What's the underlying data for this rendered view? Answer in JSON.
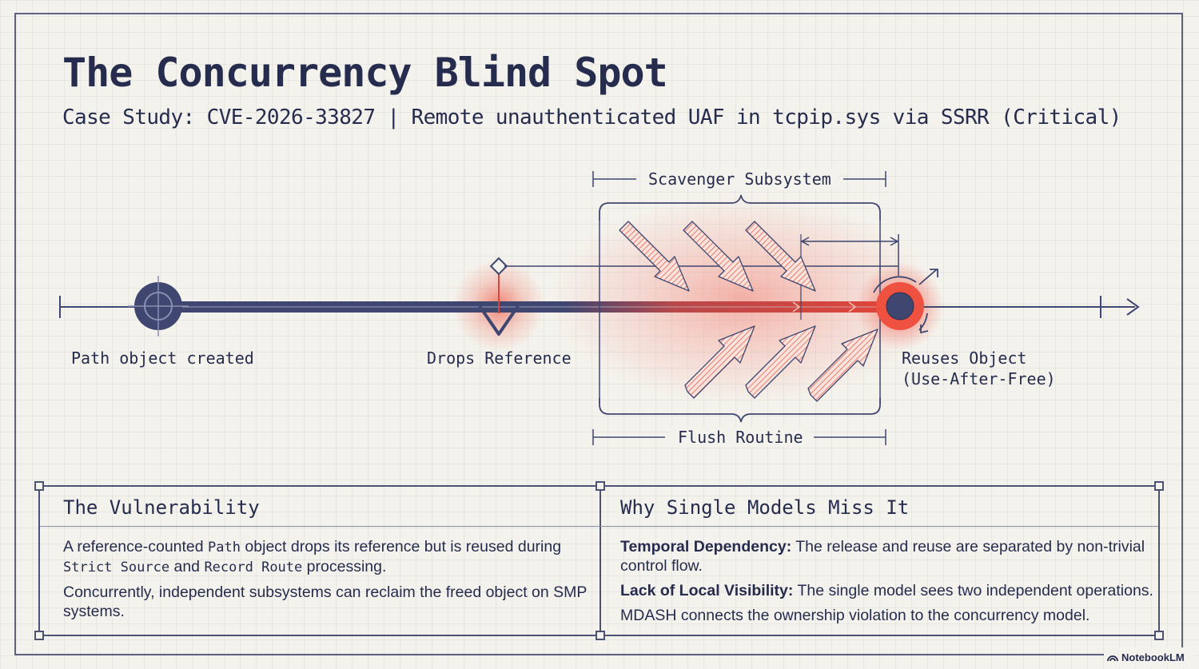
{
  "title": "The Concurrency Blind Spot",
  "subtitle": "Case Study: CVE-2026-33827 | Remote unauthenticated UAF in tcpip.sys via SSRR (Critical)",
  "timeline": {
    "created_label": "Path object created",
    "drop_label": "Drops Reference",
    "reuse_label_1": "Reuses Object",
    "reuse_label_2": "(Use-After-Free)",
    "scavenger_label": "Scavenger Subsystem",
    "flush_label": "Flush Routine"
  },
  "panels": {
    "left": {
      "title": "The Vulnerability",
      "p1_a": "A reference-counted ",
      "p1_code1": "Path",
      "p1_b": " object drops its reference but is reused during ",
      "p1_code2": "Strict Source",
      "p1_c": " and ",
      "p1_code3": "Record Route",
      "p1_d": " processing.",
      "p2": "Concurrently, independent subsystems can reclaim the freed object on SMP systems."
    },
    "right": {
      "title": "Why Single Models Miss It",
      "item1_bold": "Temporal Dependency:",
      "item1_text": " The release and reuse are separated by non-trivial control flow.",
      "item2_bold": "Lack of Local Visibility:",
      "item2_text": " The single model sees two independent operations.",
      "p3": "MDASH connects the ownership violation to the concurrency model."
    }
  },
  "brand": "NotebookLM",
  "colors": {
    "ink": "#262c4d",
    "line": "#3f4670",
    "accent": "#ef5a4a",
    "background": "#f4f2ec"
  }
}
